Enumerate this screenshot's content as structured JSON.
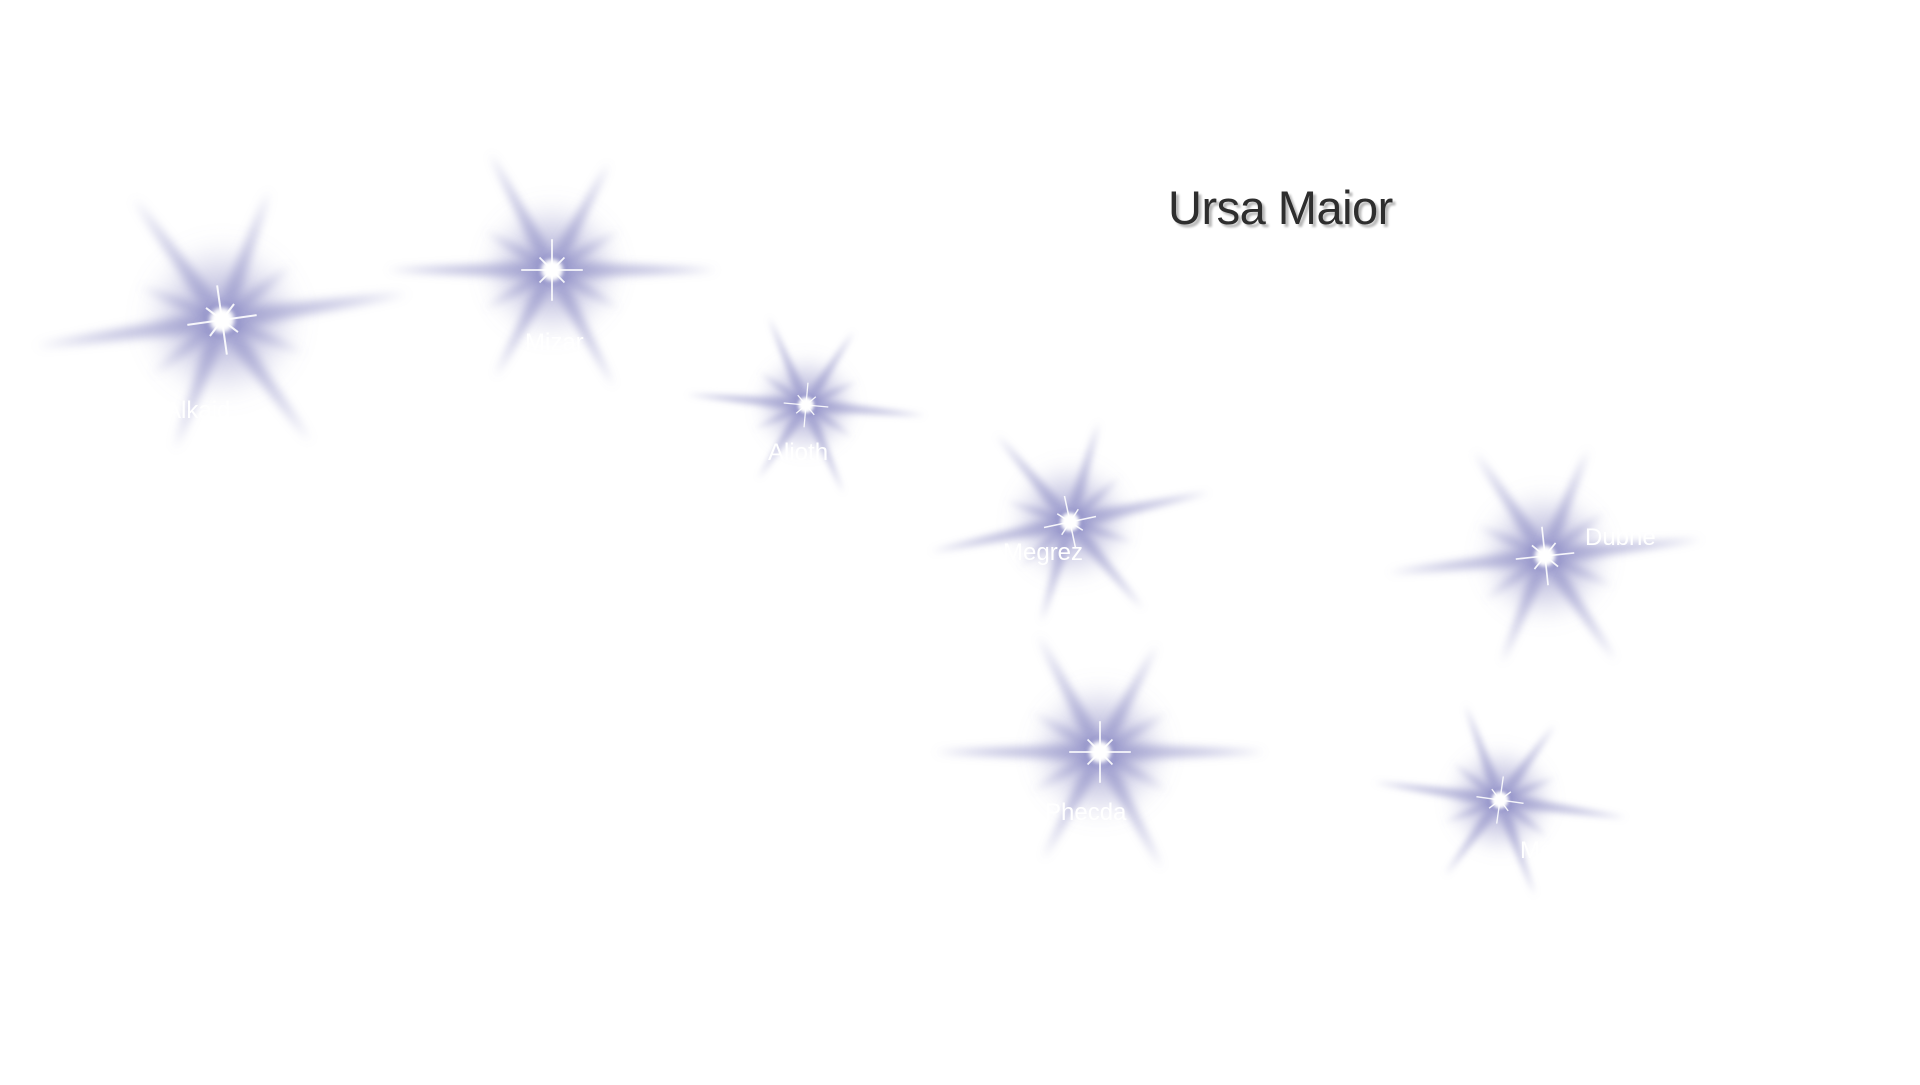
{
  "title": "Ursa Maior",
  "colors": {
    "background": "#ffffff",
    "glow": "#8d8cc4",
    "core": "#ffffff",
    "title": "#2e2e2e"
  },
  "stars": [
    {
      "name": "Alkaid",
      "label": "Alkaid"
    },
    {
      "name": "Mizar",
      "label": "Mizar"
    },
    {
      "name": "Alioth",
      "label": "Alioth"
    },
    {
      "name": "Megrez",
      "label": "Megrez"
    },
    {
      "name": "Dubhe",
      "label": "Dubhe"
    },
    {
      "name": "Phecda",
      "label": "Phecda"
    },
    {
      "name": "Merak",
      "label": "Merak"
    }
  ]
}
